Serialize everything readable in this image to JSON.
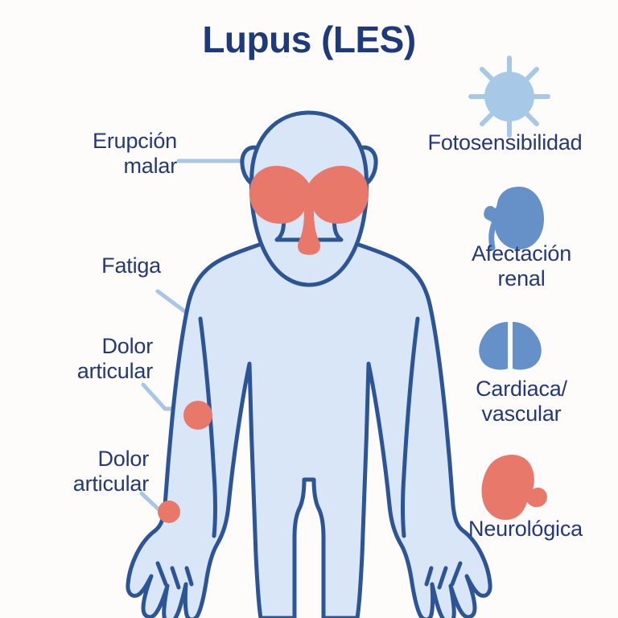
{
  "title": "Lupus (LES)",
  "colors": {
    "background": "#fdfcfa",
    "title_text": "#1e3a7b",
    "label_text": "#23397a",
    "body_fill": "#d8e6f8",
    "body_outline": "#2d5494",
    "rash_coral": "#e8796a",
    "icon_blue": "#6691c8",
    "icon_light_blue": "#a8c8e8",
    "connector_line": "#a9c6e4"
  },
  "left_labels": [
    {
      "id": "malar",
      "text": "Erupción\nmalar",
      "name": "label-erupcion-malar"
    },
    {
      "id": "fatiga",
      "text": "Fatiga",
      "name": "label-fatiga"
    },
    {
      "id": "joint1",
      "text": "Dolor\narticular",
      "name": "label-dolor-articular-codo"
    },
    {
      "id": "joint2",
      "text": "Dolor\narticular",
      "name": "label-dolor-articular-muneca"
    }
  ],
  "right_items": [
    {
      "id": "photo",
      "text": "Fotosensibilidad",
      "icon": "sun-icon"
    },
    {
      "id": "renal",
      "text": "Afectación\nrenal",
      "icon": "kidney-icon"
    },
    {
      "id": "cardio",
      "text": "Cardiaca/\nvascular",
      "icon": "lungs-icon"
    },
    {
      "id": "neuro",
      "text": "Neurológica",
      "icon": "heart-organ-icon"
    }
  ],
  "body_markers": {
    "malar_rash": "butterfly-rash",
    "joint_dots": 2
  }
}
